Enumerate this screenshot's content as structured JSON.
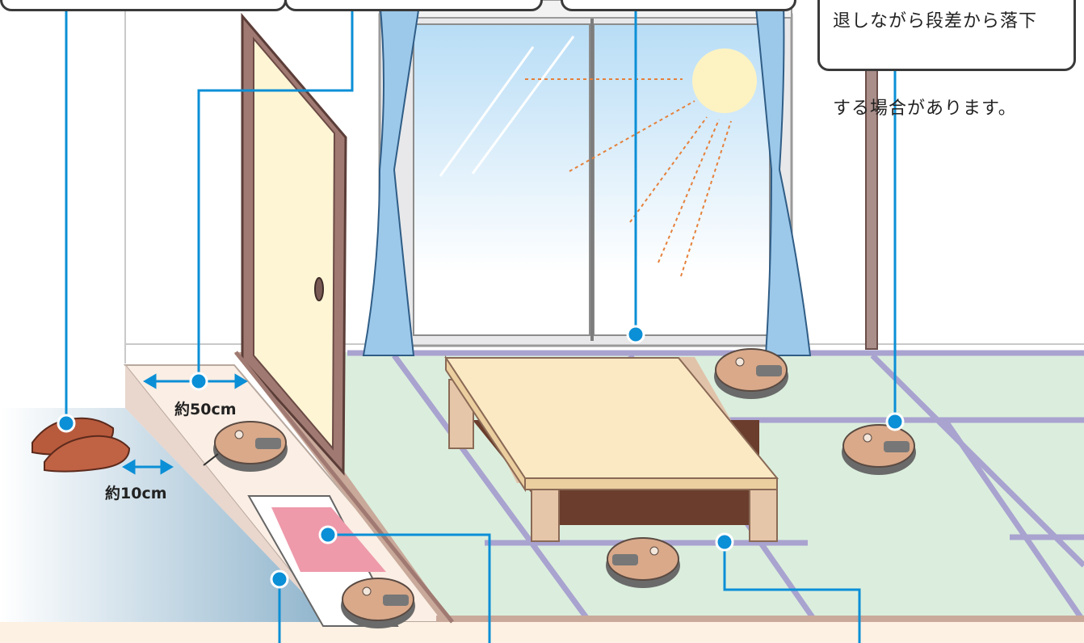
{
  "callout": {
    "lines": [
      "退しながら段差から落下",
      "する場合があります。"
    ]
  },
  "dimensions": {
    "doorway_width": "約50cm",
    "shoe_gap": "約10cm"
  },
  "colors": {
    "leader_line": "#0b8fd6",
    "tatami": "#dbeedd",
    "tatami_border": "#a9a3d0",
    "curtain": "#9cc8ea",
    "robot": "#d9a98a",
    "table_top": "#fbe9c4"
  }
}
